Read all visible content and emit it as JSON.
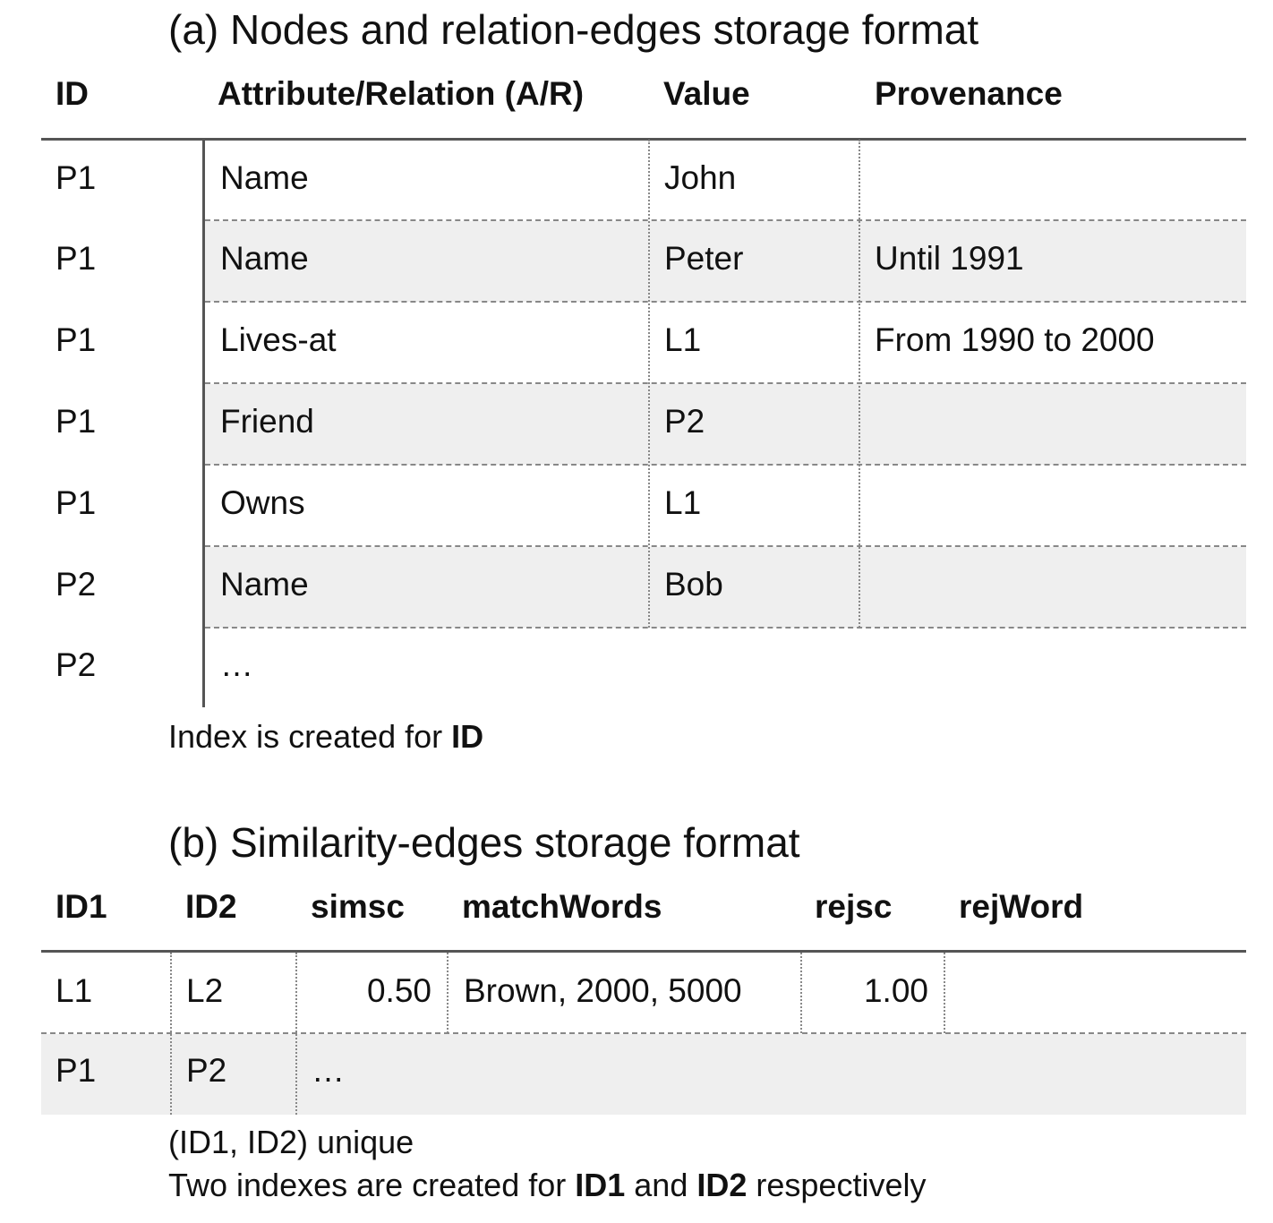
{
  "table_a": {
    "title": "(a) Nodes and relation-edges storage format",
    "headers": [
      "ID",
      "Attribute/Relation (A/R)",
      "Value",
      "Provenance"
    ],
    "rows": [
      {
        "id": "P1",
        "ar": "Name",
        "value": "John",
        "provenance": ""
      },
      {
        "id": "P1",
        "ar": "Name",
        "value": "Peter",
        "provenance": "Until 1991"
      },
      {
        "id": "P1",
        "ar": "Lives-at",
        "value": "L1",
        "provenance": "From 1990 to 2000"
      },
      {
        "id": "P1",
        "ar": "Friend",
        "value": "P2",
        "provenance": ""
      },
      {
        "id": "P1",
        "ar": "Owns",
        "value": "L1",
        "provenance": ""
      },
      {
        "id": "P2",
        "ar": "Name",
        "value": "Bob",
        "provenance": ""
      },
      {
        "id": "P2",
        "ar": "…",
        "value": "",
        "provenance": ""
      }
    ],
    "note_prefix": "Index is created for ",
    "note_bold": "ID"
  },
  "table_b": {
    "title": "(b) Similarity-edges storage format",
    "headers": [
      "ID1",
      "ID2",
      "simsc",
      "matchWords",
      "rejsc",
      "rejWord"
    ],
    "rows": [
      {
        "id1": "L1",
        "id2": "L2",
        "simsc": "0.50",
        "matchWords": "Brown, 2000, 5000",
        "rejsc": "1.00",
        "rejWord": ""
      },
      {
        "id1": "P1",
        "id2": "P2",
        "simsc": "…",
        "matchWords": "",
        "rejsc": "",
        "rejWord": ""
      }
    ],
    "note1": "(ID1, ID2) unique",
    "note2_a": "Two indexes are created for ",
    "note2_b": "ID1",
    "note2_c": " and ",
    "note2_d": "ID2",
    "note2_e": " respectively"
  }
}
